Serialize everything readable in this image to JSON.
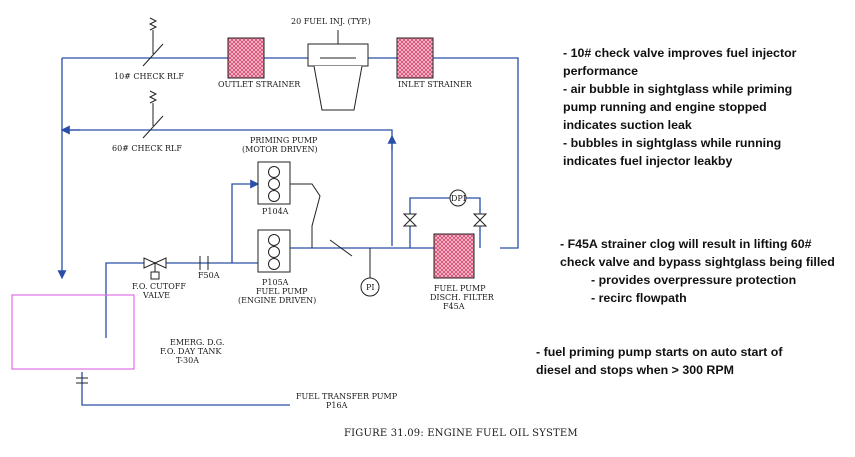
{
  "diagram": {
    "title": "FIGURE 31.09:  ENGINE FUEL OIL SYSTEM",
    "labels": {
      "fuel_inj": "20 FUEL INJ. (TYP.)",
      "check_10": "10# CHECK RLF",
      "outlet_strainer": "OUTLET STRAINER",
      "inlet_strainer": "INLET STRAINER",
      "check_60": "60# CHECK RLF",
      "priming_pump_1": "PRIMING PUMP",
      "priming_pump_2": "(MOTOR DRIVEN)",
      "p104a": "P104A",
      "p105a": "P105A",
      "fuel_pump_1": "FUEL PUMP",
      "fuel_pump_2": "(ENGINE DRIVEN)",
      "fo_cutoff_1": "F.O. CUTOFF",
      "fo_cutoff_2": "VALVE",
      "f50a": "F50A",
      "pi": "PI",
      "dpi": "DPI",
      "filter_1": "FUEL PUMP",
      "filter_2": "DISCH. FILTER",
      "filter_3": "F45A",
      "tank_1": "EMERG. D.G.",
      "tank_2": "F.O. DAY TANK",
      "tank_3": "T-30A",
      "transfer_1": "FUEL TRANSFER PUMP",
      "transfer_2": "P16A"
    },
    "colors": {
      "pipe": "#2a4fa8",
      "strainer_hatch": "#e06a8a",
      "tank_outline": "#e070e8"
    }
  },
  "notes": {
    "group1": [
      "- 10# check valve improves fuel injector",
      "performance",
      "- air bubble in sightglass while priming",
      "pump running and engine stopped",
      "indicates suction leak",
      "- bubbles in sightglass while running",
      "indicates fuel injector leakby"
    ],
    "group2": [
      "- F45A strainer clog will result in lifting 60#",
      "check valve and bypass sightglass being filled",
      "- provides overpressure protection",
      "- recirc flowpath"
    ],
    "group3": [
      "- fuel priming pump starts on auto start of",
      "diesel and stops when > 300 RPM"
    ]
  }
}
